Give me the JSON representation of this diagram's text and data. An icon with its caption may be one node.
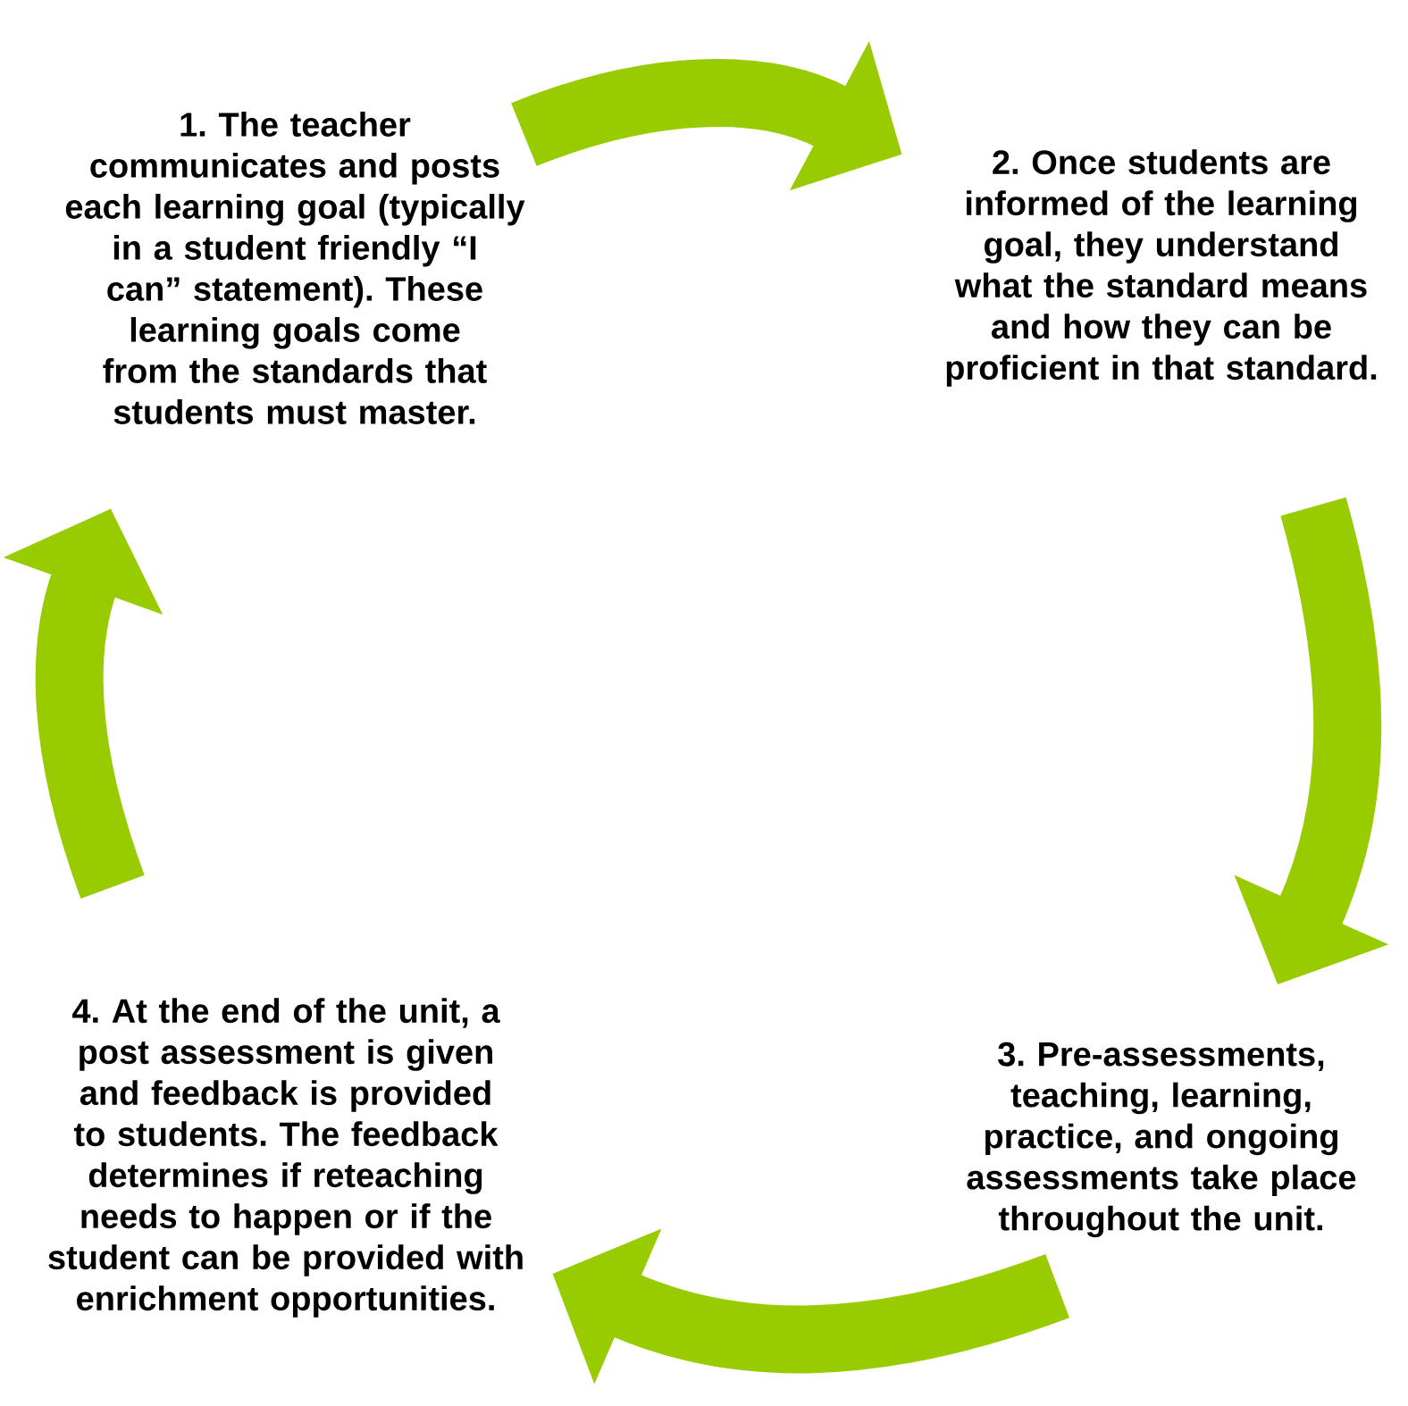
{
  "diagram": {
    "nodes": [
      {
        "text": [
          "1. The teacher communicates and posts each learning goal (typically in a student friendly “I can” statement). These learning goals come from the standards that students must master."
        ]
      },
      {
        "text": [
          "2. Once students are informed of the learning goal, they understand what the standard means and how they can be proficient in that standard."
        ]
      },
      {
        "text": [
          "3. Pre-assessments, teaching, learning, practice, and ongoing assessments take place throughout the unit."
        ]
      },
      {
        "text": [
          "4. At the end of the unit, a post assessment is given and feedback is provided to students. The feedback determines if reteaching needs to happen or if the student can be provided with enrichment opportunities."
        ]
      }
    ],
    "edges": [
      {
        "from": 0,
        "to": 1,
        "arrow": "to"
      },
      {
        "from": 1,
        "to": 2,
        "arrow": "to"
      },
      {
        "from": 2,
        "to": 3,
        "arrow": "to"
      },
      {
        "from": 3,
        "to": 0,
        "arrow": "to"
      }
    ]
  }
}
